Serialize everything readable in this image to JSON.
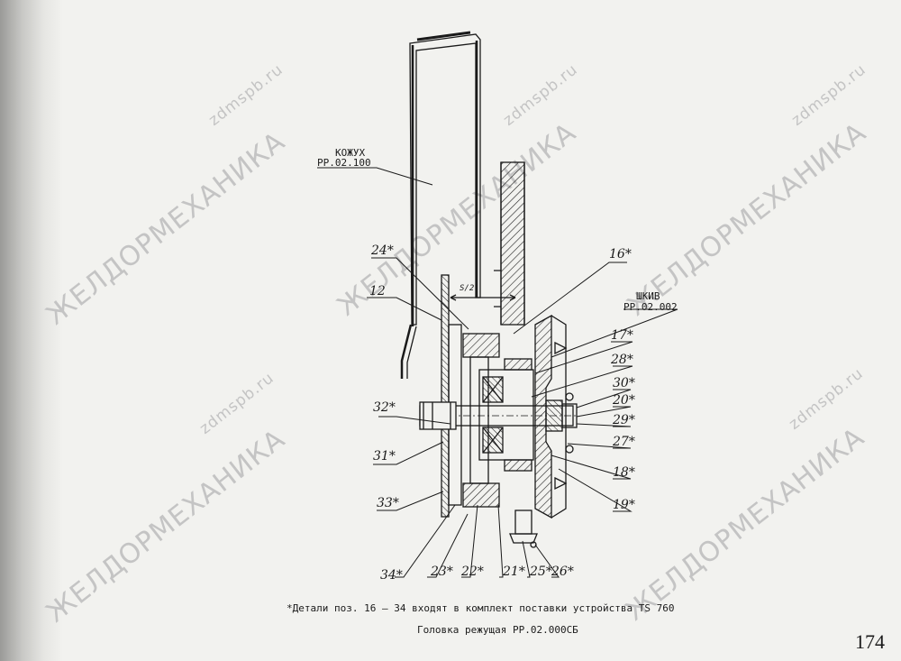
{
  "watermarks": {
    "site": "zdmspb.ru",
    "brand": "ЖЕЛДОРМЕХАНИКА"
  },
  "labels": {
    "kozhuh_title": "КОЖУХ",
    "kozhuh_code": "РР.02.100",
    "shkiv_title": "ШКИВ",
    "shkiv_code": "РР.02.002",
    "dimension": "S/2"
  },
  "positions": {
    "p24": "24*",
    "p12": "12",
    "p32": "32*",
    "p31": "31*",
    "p33": "33*",
    "p34": "34*",
    "p23": "23*",
    "p22": "22*",
    "p21": "21*",
    "p25": "25*",
    "p26": "26*",
    "p16": "16*",
    "p17": "17*",
    "p28": "28*",
    "p30": "30*",
    "p20": "20*",
    "p29": "29*",
    "p27": "27*",
    "p18": "18*",
    "p19": "19*"
  },
  "caption": {
    "note": "*Детали поз. 16 – 34 входят в комплект поставки устройства TS 760",
    "title": "Головка режущая РР.02.000СБ"
  },
  "page_number": "174"
}
